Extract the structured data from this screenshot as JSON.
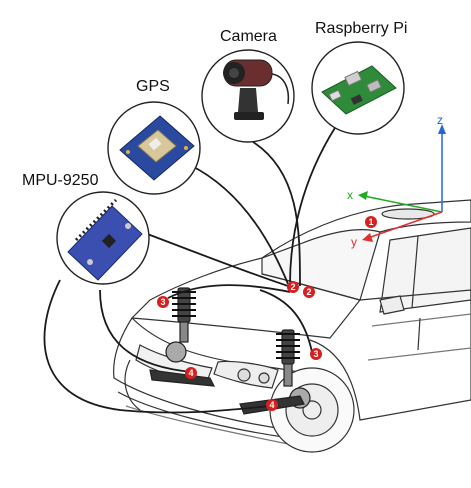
{
  "labels": {
    "raspberry_pi": "Raspberry Pi",
    "camera": "Camera",
    "gps": "GPS",
    "mpu": "MPU-9250"
  },
  "axes": {
    "x": "x",
    "y": "y",
    "z": "z"
  },
  "markers": [
    "1",
    "2",
    "2",
    "3",
    "3",
    "4",
    "4"
  ],
  "colors": {
    "axis_x": "#22aa22",
    "axis_y": "#e03030",
    "axis_z": "#2266dd",
    "marker": "#d81e1e"
  }
}
